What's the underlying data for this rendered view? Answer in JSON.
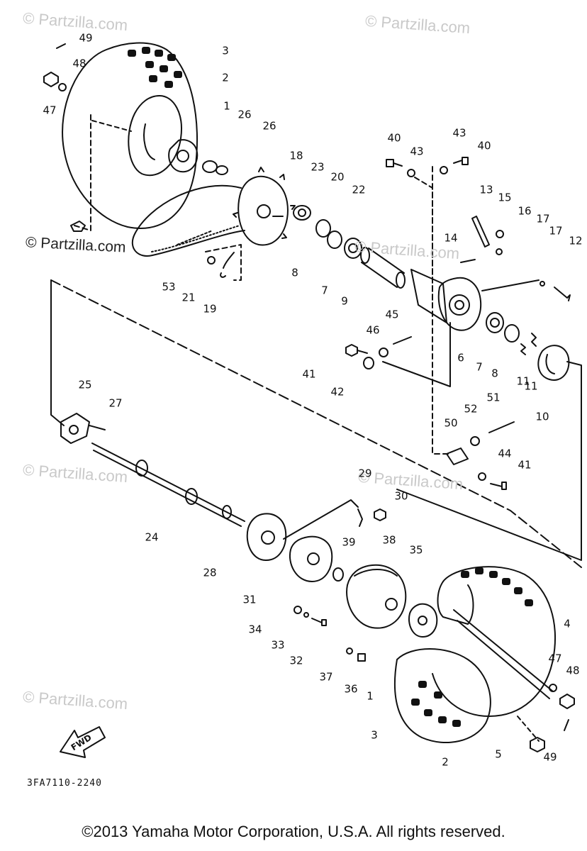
{
  "watermarks": [
    "© Partzilla.com",
    "© Partzilla.com",
    "© Partzilla.com",
    "© Partzilla.com",
    "© Partzilla.com",
    "© Partzilla.com"
  ],
  "watermark_dark": "© Partzilla.com",
  "fwd_label": "FWD",
  "diagram_code": "3FA7110-2240",
  "copyright": "©2013 Yamaha Motor Corporation, U.S.A. All rights reserved.",
  "callouts": [
    "49",
    "48",
    "47",
    "3",
    "2",
    "1",
    "26",
    "26",
    "18",
    "23",
    "20",
    "22",
    "53",
    "21",
    "19",
    "8",
    "7",
    "9",
    "40",
    "43",
    "43",
    "40",
    "13",
    "15",
    "16",
    "17",
    "17",
    "12",
    "14",
    "6",
    "7",
    "8",
    "11",
    "11",
    "10",
    "45",
    "46",
    "41",
    "42",
    "25",
    "27",
    "52",
    "51",
    "50",
    "44",
    "41",
    "29",
    "30",
    "24",
    "28",
    "39",
    "38",
    "35",
    "31",
    "34",
    "33",
    "32",
    "37",
    "36",
    "1",
    "4",
    "47",
    "48",
    "3",
    "2",
    "49",
    "5"
  ]
}
